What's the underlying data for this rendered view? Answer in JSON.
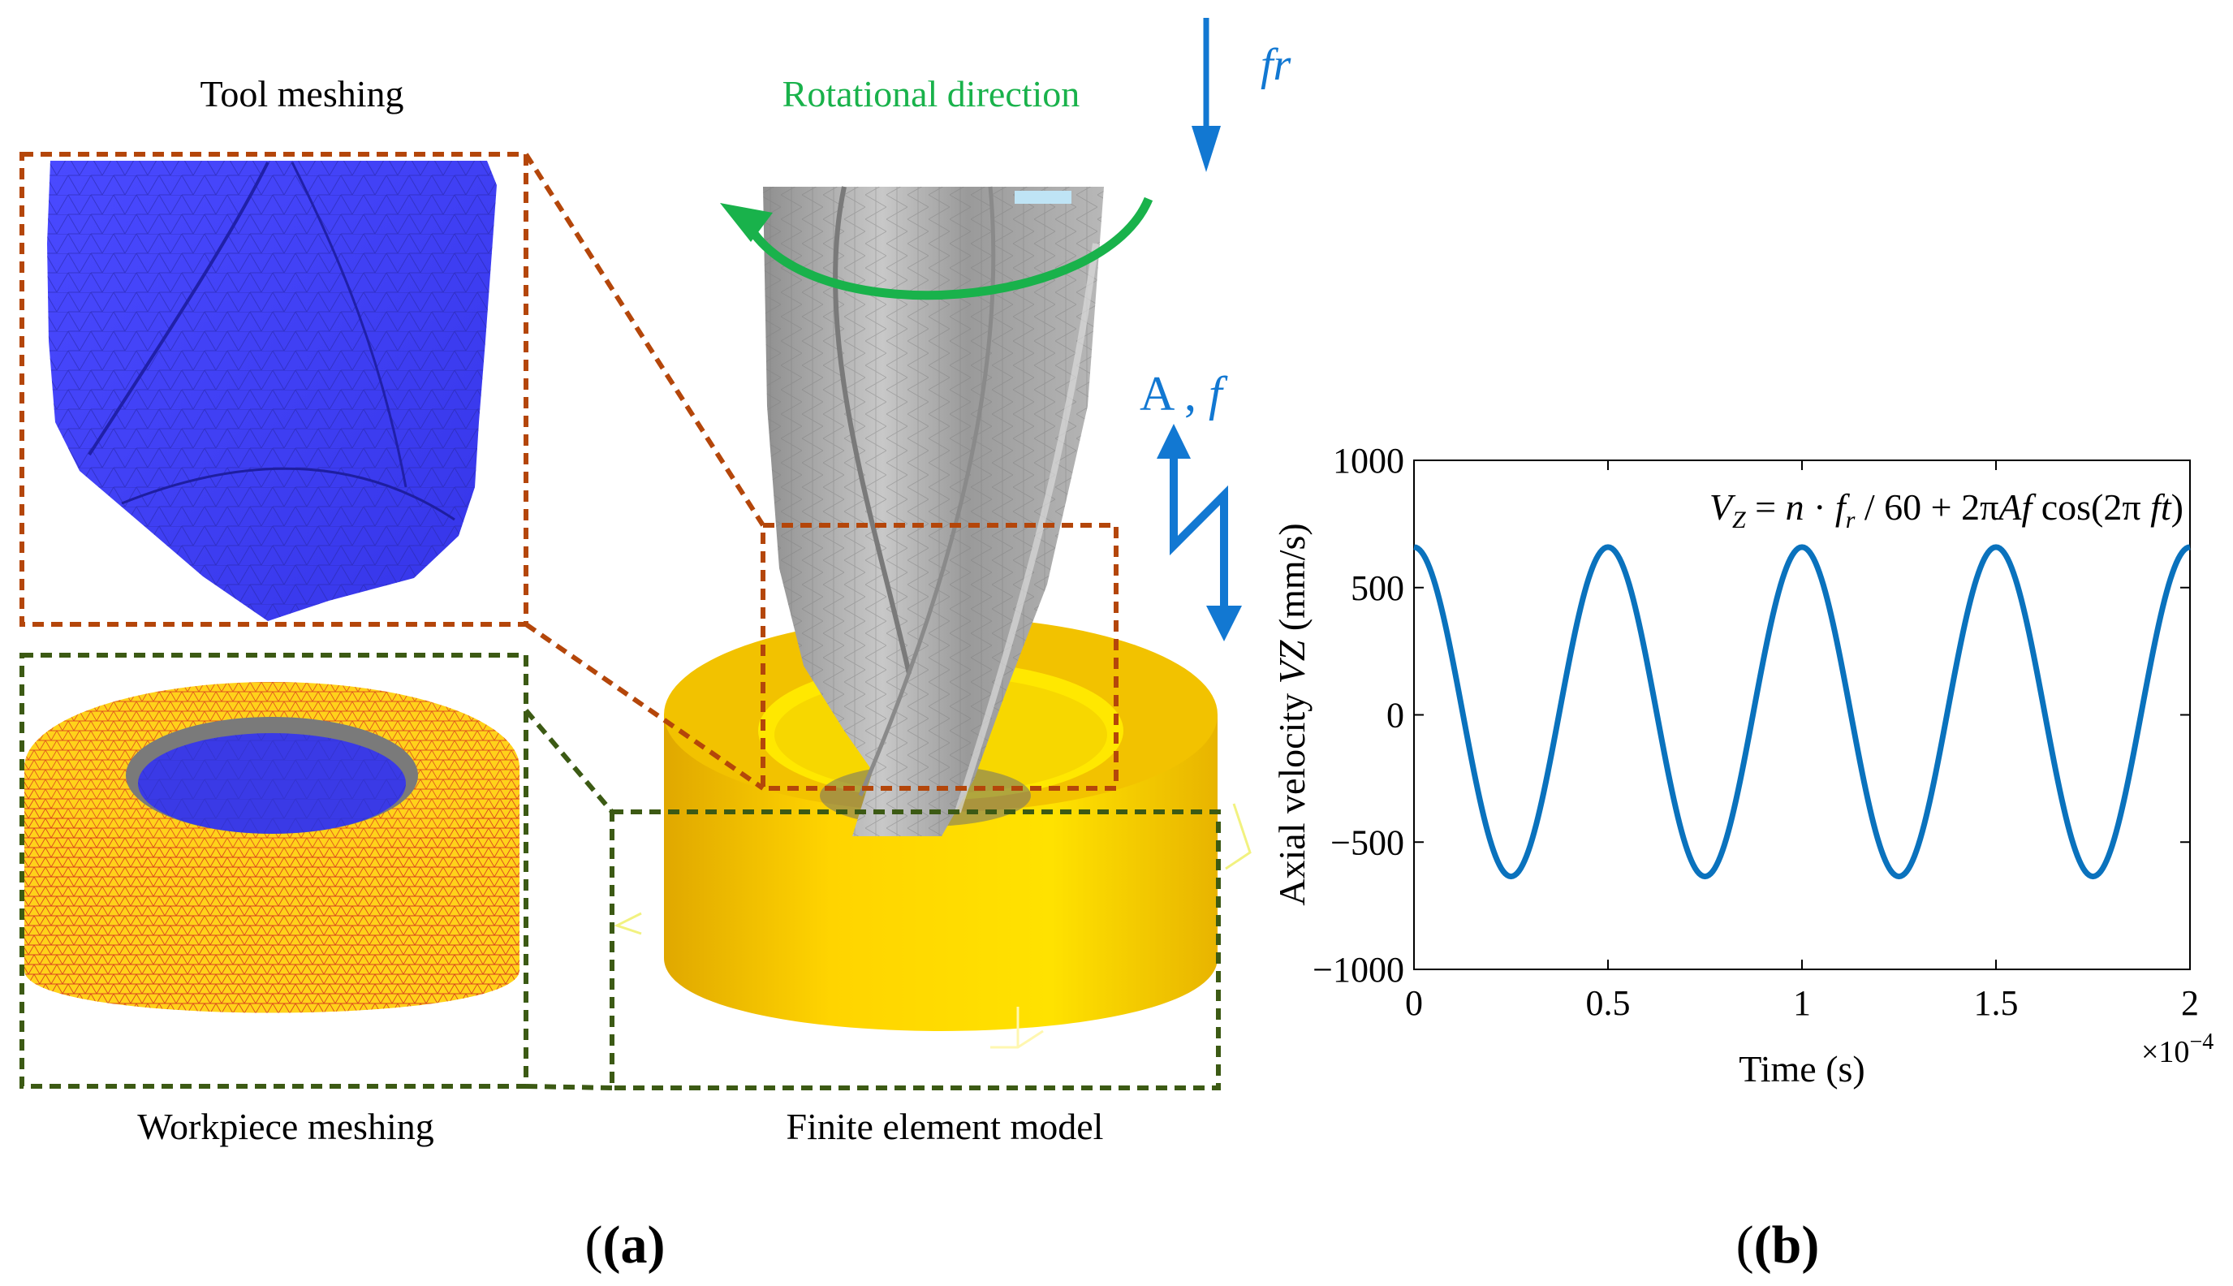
{
  "panel_a": {
    "tool_meshing_label": "Tool meshing",
    "workpiece_meshing_label": "Workpiece meshing",
    "fem_label": "Finite element model",
    "rotational_direction_label": "Rotational direction",
    "feed_label": "fr",
    "vibration_label_A": "A",
    "vibration_label_sep": " , ",
    "vibration_label_f": "f",
    "panel_tag": "(a)"
  },
  "panel_b": {
    "panel_tag": "(b)",
    "equation": {
      "lhs": "V",
      "lhs_sub": "Z",
      "eq": " = ",
      "n": "n",
      "dot": " · ",
      "f": "f",
      "f_sub": "r",
      "rest": " / 60 + 2π",
      "A": "A",
      "f2": "f",
      "cos": " cos(2π ",
      "ft": "ft",
      "close": ")"
    },
    "ylabel_main": "Axial velocity ",
    "ylabel_var": "VZ",
    "ylabel_unit": " (mm/s)",
    "xlabel": "Time (s)",
    "x_multiplier_base": "×10",
    "x_multiplier_exp": "−4"
  },
  "colors": {
    "tool_mesh": "#3f3fff",
    "workpiece": "#ffd21a",
    "tool_gray": "#a9a9a9",
    "orange_dash": "#b4460a",
    "green_dash": "#3c5a14",
    "rotation_green": "#19b24b",
    "feed_blue": "#1278d2",
    "curve_blue": "#0a72bd"
  },
  "chart_data": {
    "type": "line",
    "xlabel": "Time (s)",
    "ylabel": "Axial velocity VZ (mm/s)",
    "x_multiplier": "×10^-4",
    "xlim": [
      0,
      2
    ],
    "ylim": [
      -1000,
      1000
    ],
    "xticks": [
      0,
      0.5,
      1,
      1.5,
      2
    ],
    "xtick_labels": [
      "0",
      "0.5",
      "1",
      "1.5",
      "2"
    ],
    "yticks": [
      -1000,
      -500,
      0,
      500,
      1000
    ],
    "ytick_labels": [
      "−1000",
      "−500",
      "0",
      "500",
      "1000"
    ],
    "grid": false,
    "series": [
      {
        "x_range": [
          0,
          2
        ],
        "period": 0.5,
        "offset": 12,
        "amplitude": 647,
        "phase": "cos",
        "samples": {
          "x": [
            0,
            0.125,
            0.25,
            0.375,
            0.5,
            0.625,
            0.75,
            0.875,
            1.0,
            1.125,
            1.25,
            1.375,
            1.5,
            1.625,
            1.75,
            1.875,
            2.0
          ],
          "y": [
            659,
            12,
            -635,
            12,
            659,
            12,
            -635,
            12,
            659,
            12,
            -635,
            12,
            659,
            12,
            -635,
            12,
            659
          ]
        }
      }
    ]
  }
}
